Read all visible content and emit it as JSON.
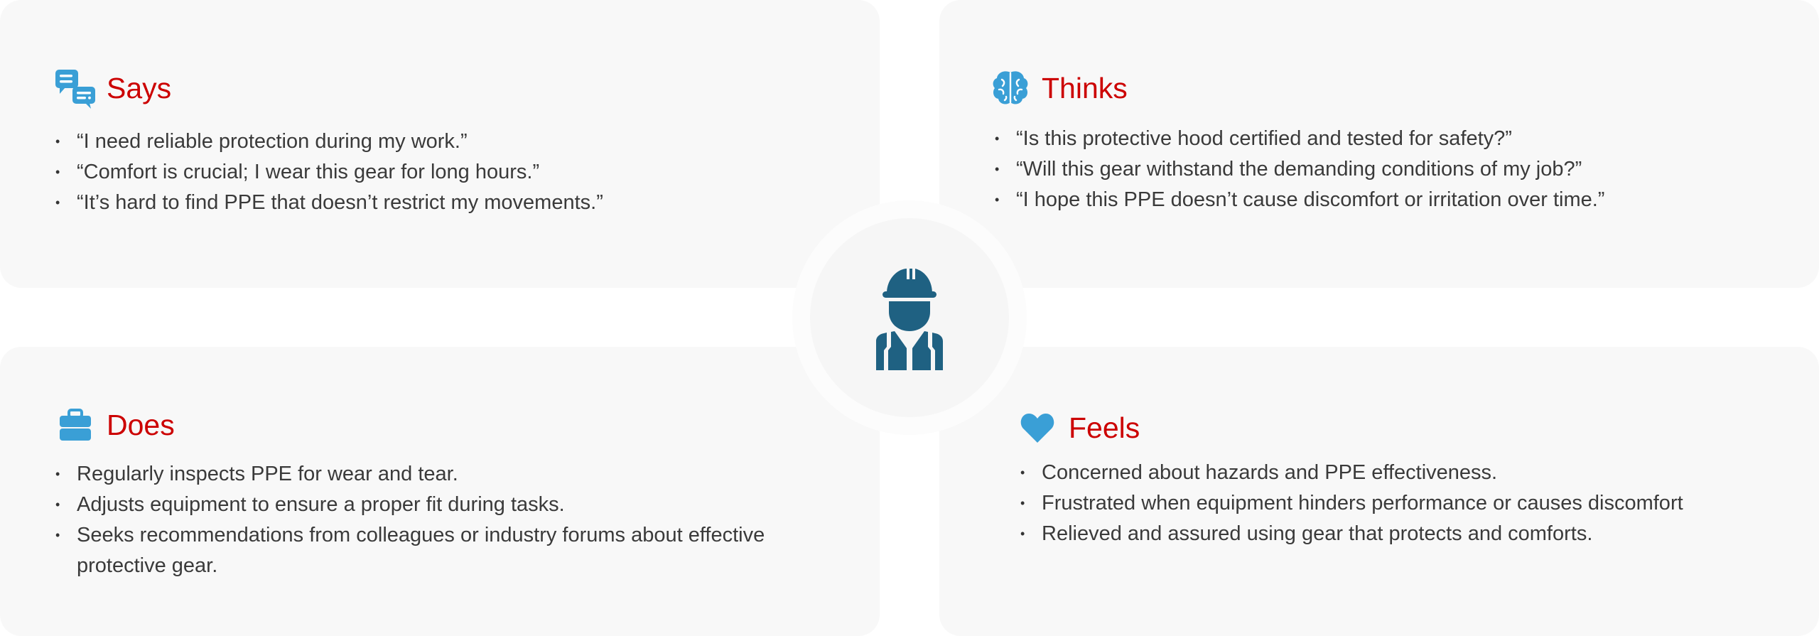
{
  "says": {
    "title": "Says",
    "icon": "chat-bubbles-icon",
    "items": [
      "“I need reliable protection during my work.”",
      "“Comfort is crucial; I wear this gear for long hours.”",
      "“It’s hard to find PPE that doesn’t restrict my movements.”"
    ]
  },
  "thinks": {
    "title": "Thinks",
    "icon": "brain-icon",
    "items": [
      "“Is this protective hood certified and tested for safety?”",
      "“Will this gear withstand the demanding conditions of my job?”",
      "“I hope this PPE doesn’t cause discomfort or irritation over time.”"
    ]
  },
  "does": {
    "title": "Does",
    "icon": "briefcase-icon",
    "items": [
      "Regularly inspects PPE for wear and tear.",
      "Adjusts equipment to ensure a proper fit during tasks.",
      "Seeks recommendations from colleagues or industry forums about effective protective gear."
    ]
  },
  "feels": {
    "title": "Feels",
    "icon": "heart-icon",
    "items": [
      "Concerned about hazards and PPE effectiveness.",
      "Frustrated when equipment hinders performance or causes discomfort",
      "Relieved and assured using gear that protects and comforts."
    ]
  },
  "colors": {
    "title": "#cc0000",
    "icon": "#3a9fd6",
    "worker": "#1f6182",
    "card": "#f8f8f8"
  }
}
